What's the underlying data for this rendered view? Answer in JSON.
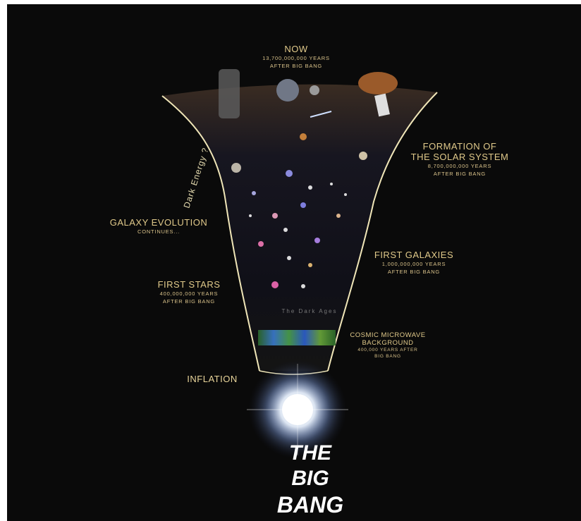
{
  "labels": {
    "now": {
      "title": "Now",
      "line1": "13,700,000,000 years",
      "line2": "after big bang"
    },
    "solar_system": {
      "title1": "Formation of",
      "title2": "the Solar System",
      "line1": "8,700,000,000 years",
      "line2": "after big bang"
    },
    "dark_energy": "Dark Energy ?",
    "galaxy_evolution": {
      "title": "Galaxy Evolution",
      "line1": "continues..."
    },
    "first_galaxies": {
      "title": "First Galaxies",
      "line1": "1,000,000,000 years",
      "line2": "after big bang"
    },
    "first_stars": {
      "title": "First Stars",
      "line1": "400,000,000 years",
      "line2": "after big bang"
    },
    "dark_ages": "The Dark Ages",
    "cmb": {
      "title1": "Cosmic Microwave",
      "title2": "Background",
      "line1": "400,000 years after",
      "line2": "big bang"
    },
    "inflation": "Inflation",
    "big_bang": {
      "line1": "THE",
      "line2": "BIG",
      "line3": "BANG"
    }
  },
  "colors": {
    "background": "#0a0a0a",
    "label": "#e0c98a",
    "funnel_edge": "#f0e6b8",
    "title": "#ffffff"
  }
}
